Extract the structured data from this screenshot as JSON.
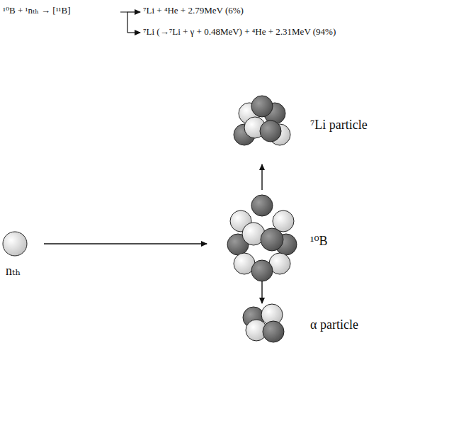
{
  "diagram": {
    "labels": [
      "¹⁰B + ¹nₜₕ → [¹¹B]",
      "⁷Li + ⁴He + 2.79MeV (6%)",
      "⁷Li (→⁷Li + γ + 0.48MeV) + ⁴He + 2.31MeV (94%)",
      "⁷Li particle",
      "¹⁰B",
      "nₜₕ",
      "α particle"
    ]
  }
}
